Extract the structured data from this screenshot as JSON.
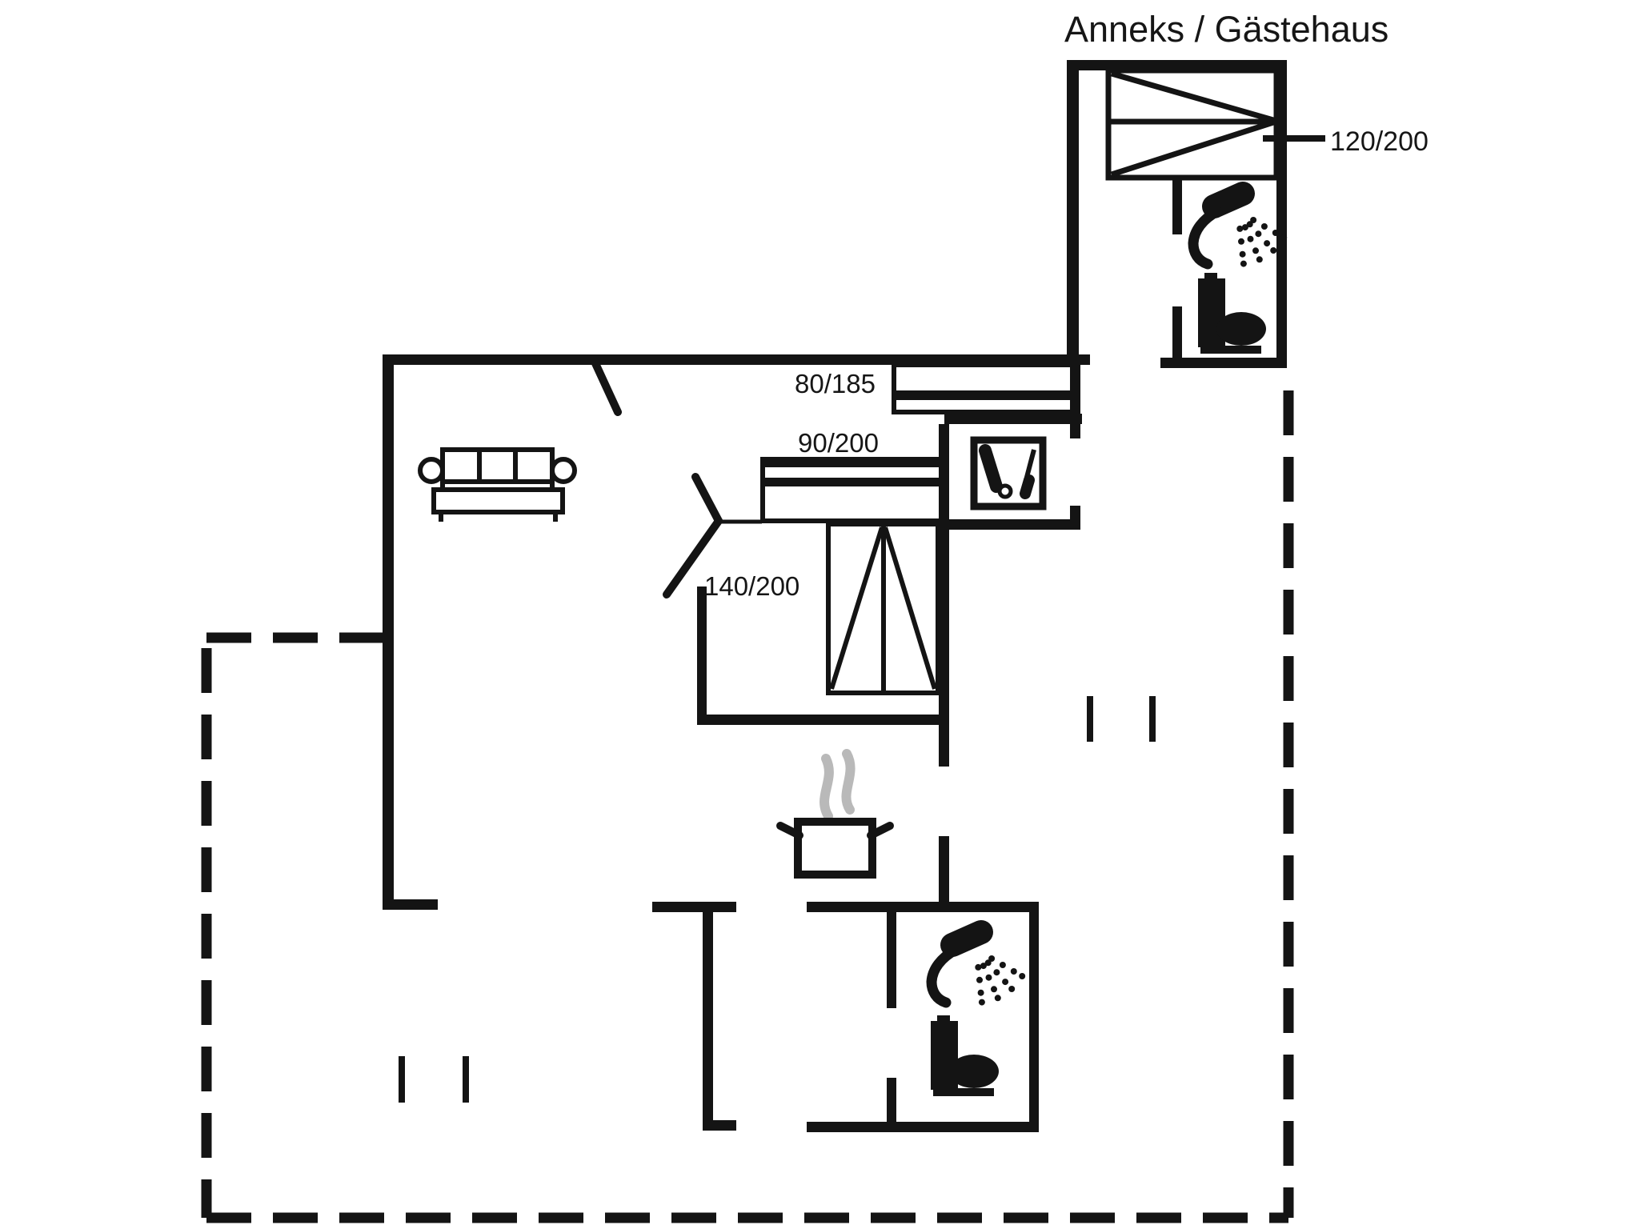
{
  "title": "Anneks / Gästehaus",
  "colors": {
    "background": "#ffffff",
    "line": "#141414",
    "steam": "#b9b9b9",
    "text": "#161616"
  },
  "labels": {
    "annex_bed_size": "120/200",
    "single_bed_size": "80/185",
    "bed90_size": "90/200",
    "double_bed_size": "140/200"
  },
  "beds": [
    {
      "id": "annex-bed",
      "size": "120/200",
      "location": "annex"
    },
    {
      "id": "single-bed",
      "size": "80/185",
      "location": "main-house"
    },
    {
      "id": "bed-90",
      "size": "90/200",
      "location": "main-house"
    },
    {
      "id": "double-bed",
      "size": "140/200",
      "location": "main-house"
    }
  ],
  "fixtures": [
    {
      "id": "annex-shower",
      "type": "shower",
      "location": "annex-bathroom"
    },
    {
      "id": "annex-toilet",
      "type": "toilet",
      "location": "annex-bathroom"
    },
    {
      "id": "main-shower",
      "type": "shower",
      "location": "main-bathroom"
    },
    {
      "id": "main-toilet",
      "type": "toilet",
      "location": "main-bathroom"
    },
    {
      "id": "sofa",
      "type": "sofa",
      "location": "living-room"
    },
    {
      "id": "cooking-pot",
      "type": "stove",
      "location": "kitchen"
    },
    {
      "id": "utility-appliance",
      "type": "appliance",
      "location": "utility-room"
    }
  ],
  "boundary": {
    "style": "dashed",
    "meaning": "terrace / plot boundary"
  }
}
